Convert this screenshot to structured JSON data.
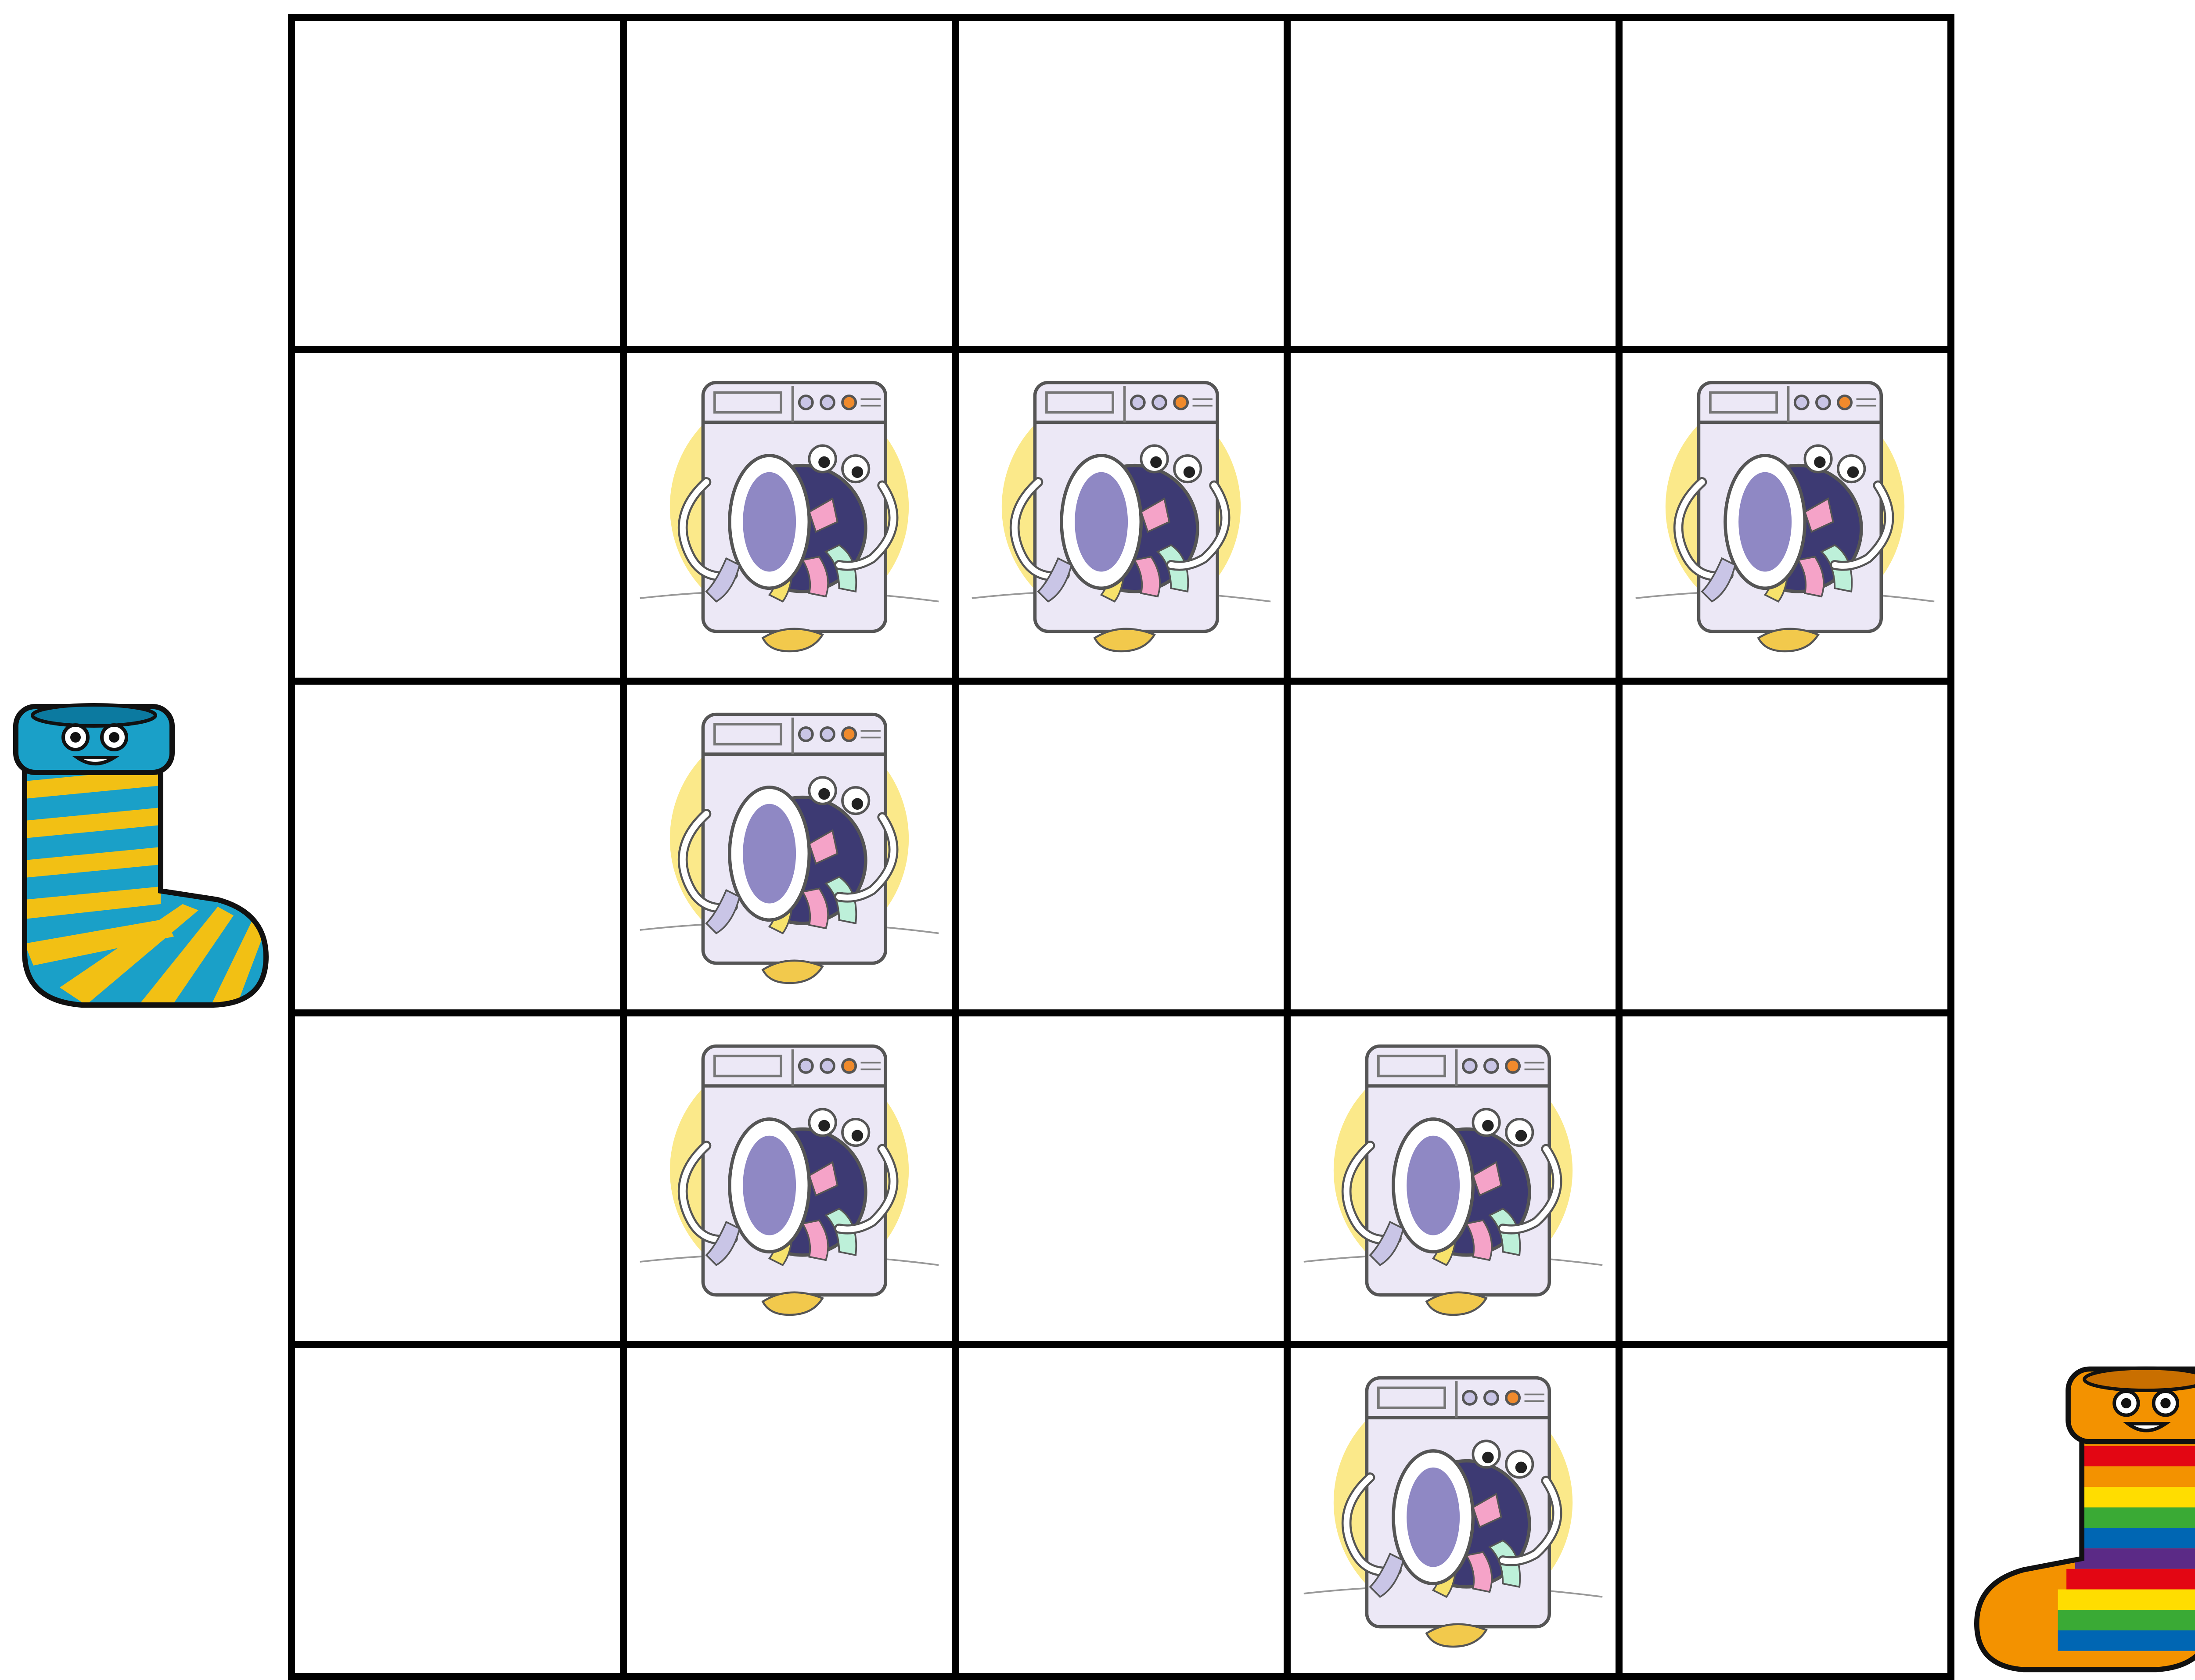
{
  "board": {
    "rows": 5,
    "cols": 5,
    "cells": [
      [
        "empty",
        "empty",
        "empty",
        "empty",
        "empty"
      ],
      [
        "empty",
        "washing-machine",
        "washing-machine",
        "empty",
        "washing-machine"
      ],
      [
        "empty",
        "washing-machine",
        "empty",
        "empty",
        "empty"
      ],
      [
        "empty",
        "washing-machine",
        "empty",
        "washing-machine",
        "empty"
      ],
      [
        "empty",
        "empty",
        "empty",
        "washing-machine",
        "empty"
      ]
    ]
  },
  "pieces": {
    "start": {
      "icon": "blue-yellow-striped-sock-icon",
      "colors": [
        "#1aa0c8",
        "#f2c014"
      ]
    },
    "goal": {
      "icon": "rainbow-striped-orange-sock-icon",
      "colors": [
        "#f39200",
        "#e30613",
        "#ffdd00",
        "#3aaa35",
        "#0066b3",
        "#5b2a86"
      ]
    }
  },
  "obstacle": {
    "icon": "washing-machine-icon",
    "colors": [
      "#ece8f6",
      "#8f88c4",
      "#fbe98a"
    ]
  }
}
